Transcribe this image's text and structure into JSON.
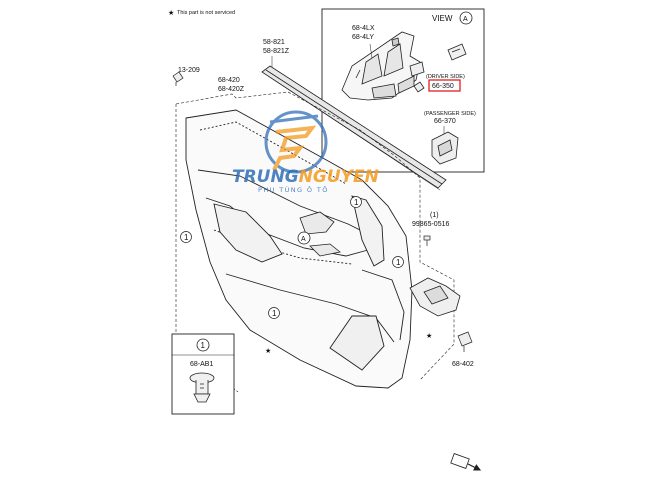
{
  "note": {
    "star": "★",
    "text": "This part is not serviced"
  },
  "view": {
    "label": "VIEW",
    "letter": "A"
  },
  "callouts": {
    "one": "1",
    "a": "A"
  },
  "parts": {
    "p13209": "13-209",
    "p68420": "68-420",
    "p68420z": "68-420Z",
    "p58821": "58-821",
    "p58821z": "58-821Z",
    "p684lx": "68-4LX",
    "p684ly": "68-4LY",
    "driver_side": "(DRIVER SIDE)",
    "p66350": "66-350",
    "passenger_side": "(PASSENGER SIDE)",
    "p66370": "66-370",
    "callout1_paren": "(1)",
    "p99865": "99865-0516",
    "p68402": "68-402",
    "p68ab1": "68-AB1"
  },
  "watermark": {
    "title_a": "TRUNG",
    "title_b": "NGUYEN",
    "subtitle": "PHỤ TÙNG Ô TÔ"
  },
  "colors": {
    "line": "#222222",
    "highlight": "#e0201f",
    "watermark_blue": "#2f6fb6",
    "watermark_orange": "#f39a1e"
  },
  "icons": [
    "star-icon",
    "front-arrow-icon",
    "clip-icon",
    "screw-icon",
    "watermark-logo-icon"
  ]
}
